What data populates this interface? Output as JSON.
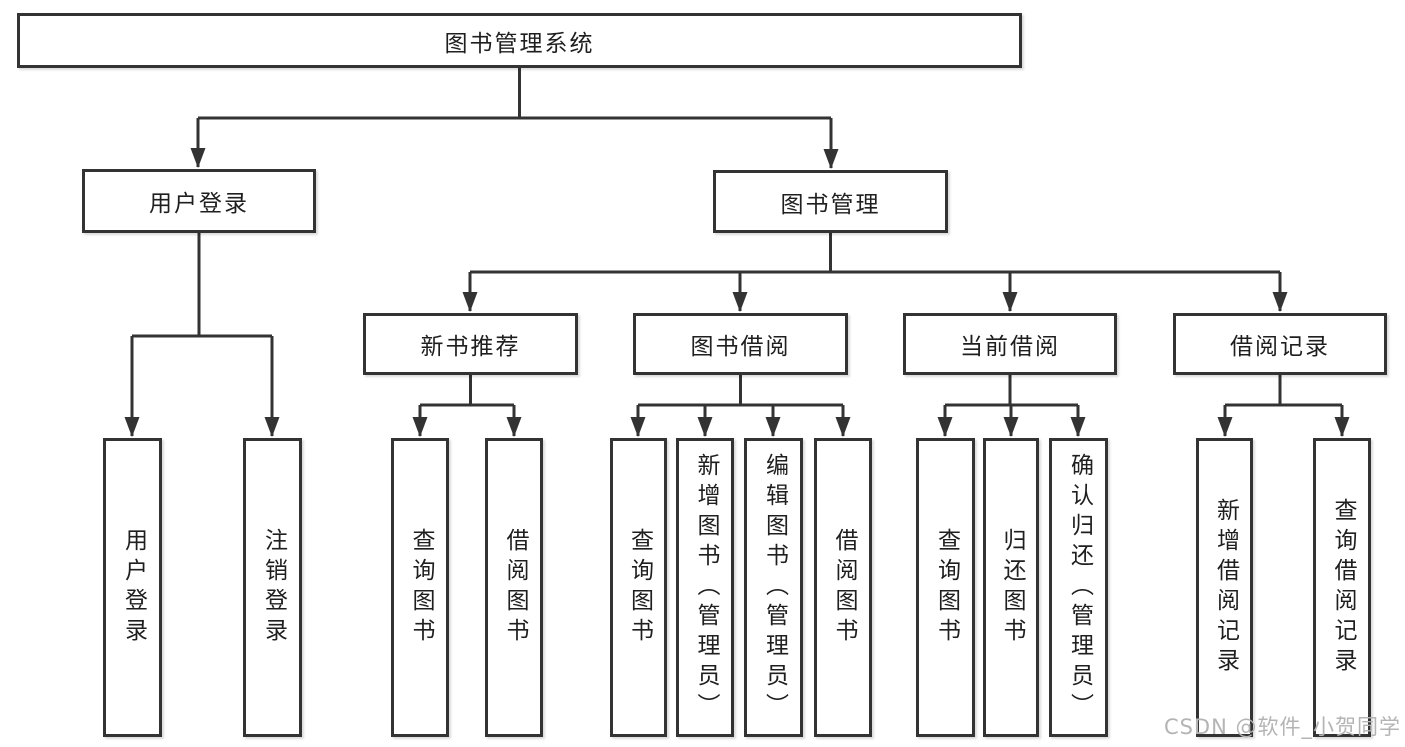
{
  "diagram": {
    "title": "图书管理系统",
    "root": {
      "label": "图书管理系统"
    },
    "level2": [
      {
        "id": "user-login",
        "label": "用户登录"
      },
      {
        "id": "book-management",
        "label": "图书管理"
      }
    ],
    "level3": [
      {
        "id": "new-book-recommend",
        "label": "新书推荐",
        "parent": "图书管理"
      },
      {
        "id": "book-borrow",
        "label": "图书借阅",
        "parent": "图书管理"
      },
      {
        "id": "current-borrow",
        "label": "当前借阅",
        "parent": "图书管理"
      },
      {
        "id": "borrow-records",
        "label": "借阅记录",
        "parent": "图书管理"
      }
    ],
    "leaves": [
      {
        "parent": "用户登录",
        "label": "用户登录"
      },
      {
        "parent": "用户登录",
        "label": "注销登录"
      },
      {
        "parent": "新书推荐",
        "label": "查询图书"
      },
      {
        "parent": "新书推荐",
        "label": "借阅图书"
      },
      {
        "parent": "图书借阅",
        "label": "查询图书"
      },
      {
        "parent": "图书借阅",
        "label": "新增图书（管理员）"
      },
      {
        "parent": "图书借阅",
        "label": "编辑图书（管理员）"
      },
      {
        "parent": "图书借阅",
        "label": "借阅图书"
      },
      {
        "parent": "当前借阅",
        "label": "查询图书"
      },
      {
        "parent": "当前借阅",
        "label": "归还图书"
      },
      {
        "parent": "当前借阅",
        "label": "确认归还（管理员）"
      },
      {
        "parent": "借阅记录",
        "label": "新增借阅记录"
      },
      {
        "parent": "借阅记录",
        "label": "查询借阅记录"
      }
    ],
    "line_color": "#333333",
    "box_fill": "#ffffff"
  },
  "watermark": {
    "text": "CSDN @软件_小贺同学"
  }
}
